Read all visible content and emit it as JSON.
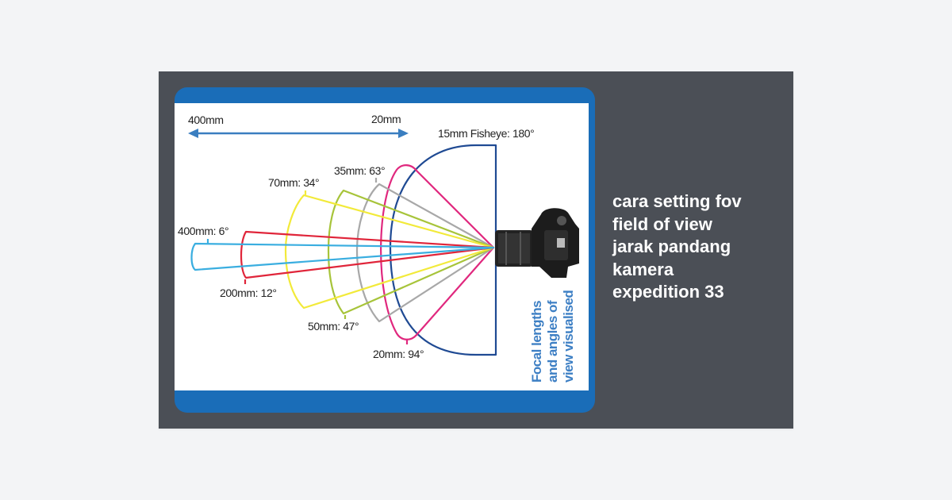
{
  "diagram": {
    "arrow_left_label": "400mm",
    "arrow_right_label": "20mm",
    "labels": {
      "fisheye": "15mm Fisheye: 180°",
      "mm35": "35mm: 63°",
      "mm70": "70mm: 34°",
      "mm400": "400mm: 6°",
      "mm200": "200mm: 12°",
      "mm50": "50mm: 47°",
      "mm20": "20mm: 94°"
    },
    "side_caption": [
      "Focal lengths",
      "and angles of",
      "view visualised"
    ],
    "colors": {
      "frame": "#1a6db8",
      "400mm": "#3aaee0",
      "200mm": "#e0253a",
      "70mm": "#f2ea3a",
      "50mm": "#a7c43a",
      "35mm": "#a8a8a8",
      "20mm": "#e0287e",
      "fisheye": "#1f4a93"
    }
  },
  "title_lines": [
    "cara setting fov",
    "field of view",
    "jarak pandang",
    "kamera",
    "expedition 33"
  ]
}
